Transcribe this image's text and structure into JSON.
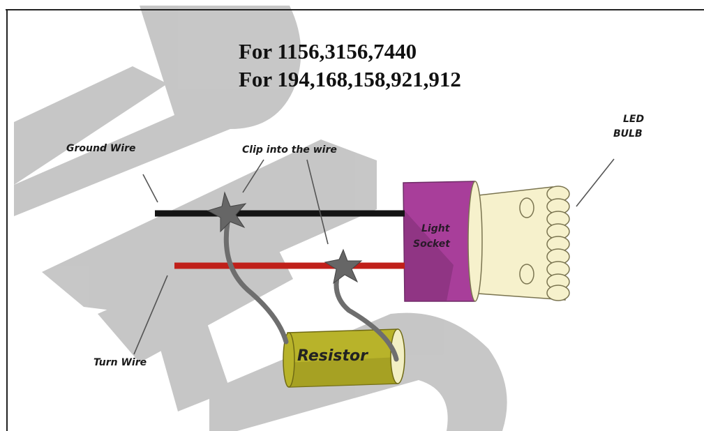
{
  "titles": {
    "line1": "For 1156,3156,7440",
    "line2": "For 194,168,158,921,912"
  },
  "labels": {
    "ground_wire": "Ground Wire",
    "clip": "Clip into the wire",
    "led_line1": "LED",
    "led_line2": "BULB",
    "socket_line1": "Light",
    "socket_line2": "Socket",
    "turn_wire": "Turn Wire",
    "resistor": "Resistor"
  },
  "colors": {
    "ground_wire": "#141414",
    "turn_wire": "#c0201a",
    "socket": "#a83e9a",
    "bulb": "#f6f1cc",
    "resistor": "#b8b32a",
    "lead": "#6e6e6e",
    "clip": "#666666",
    "watermark": "#c4c4c4"
  }
}
